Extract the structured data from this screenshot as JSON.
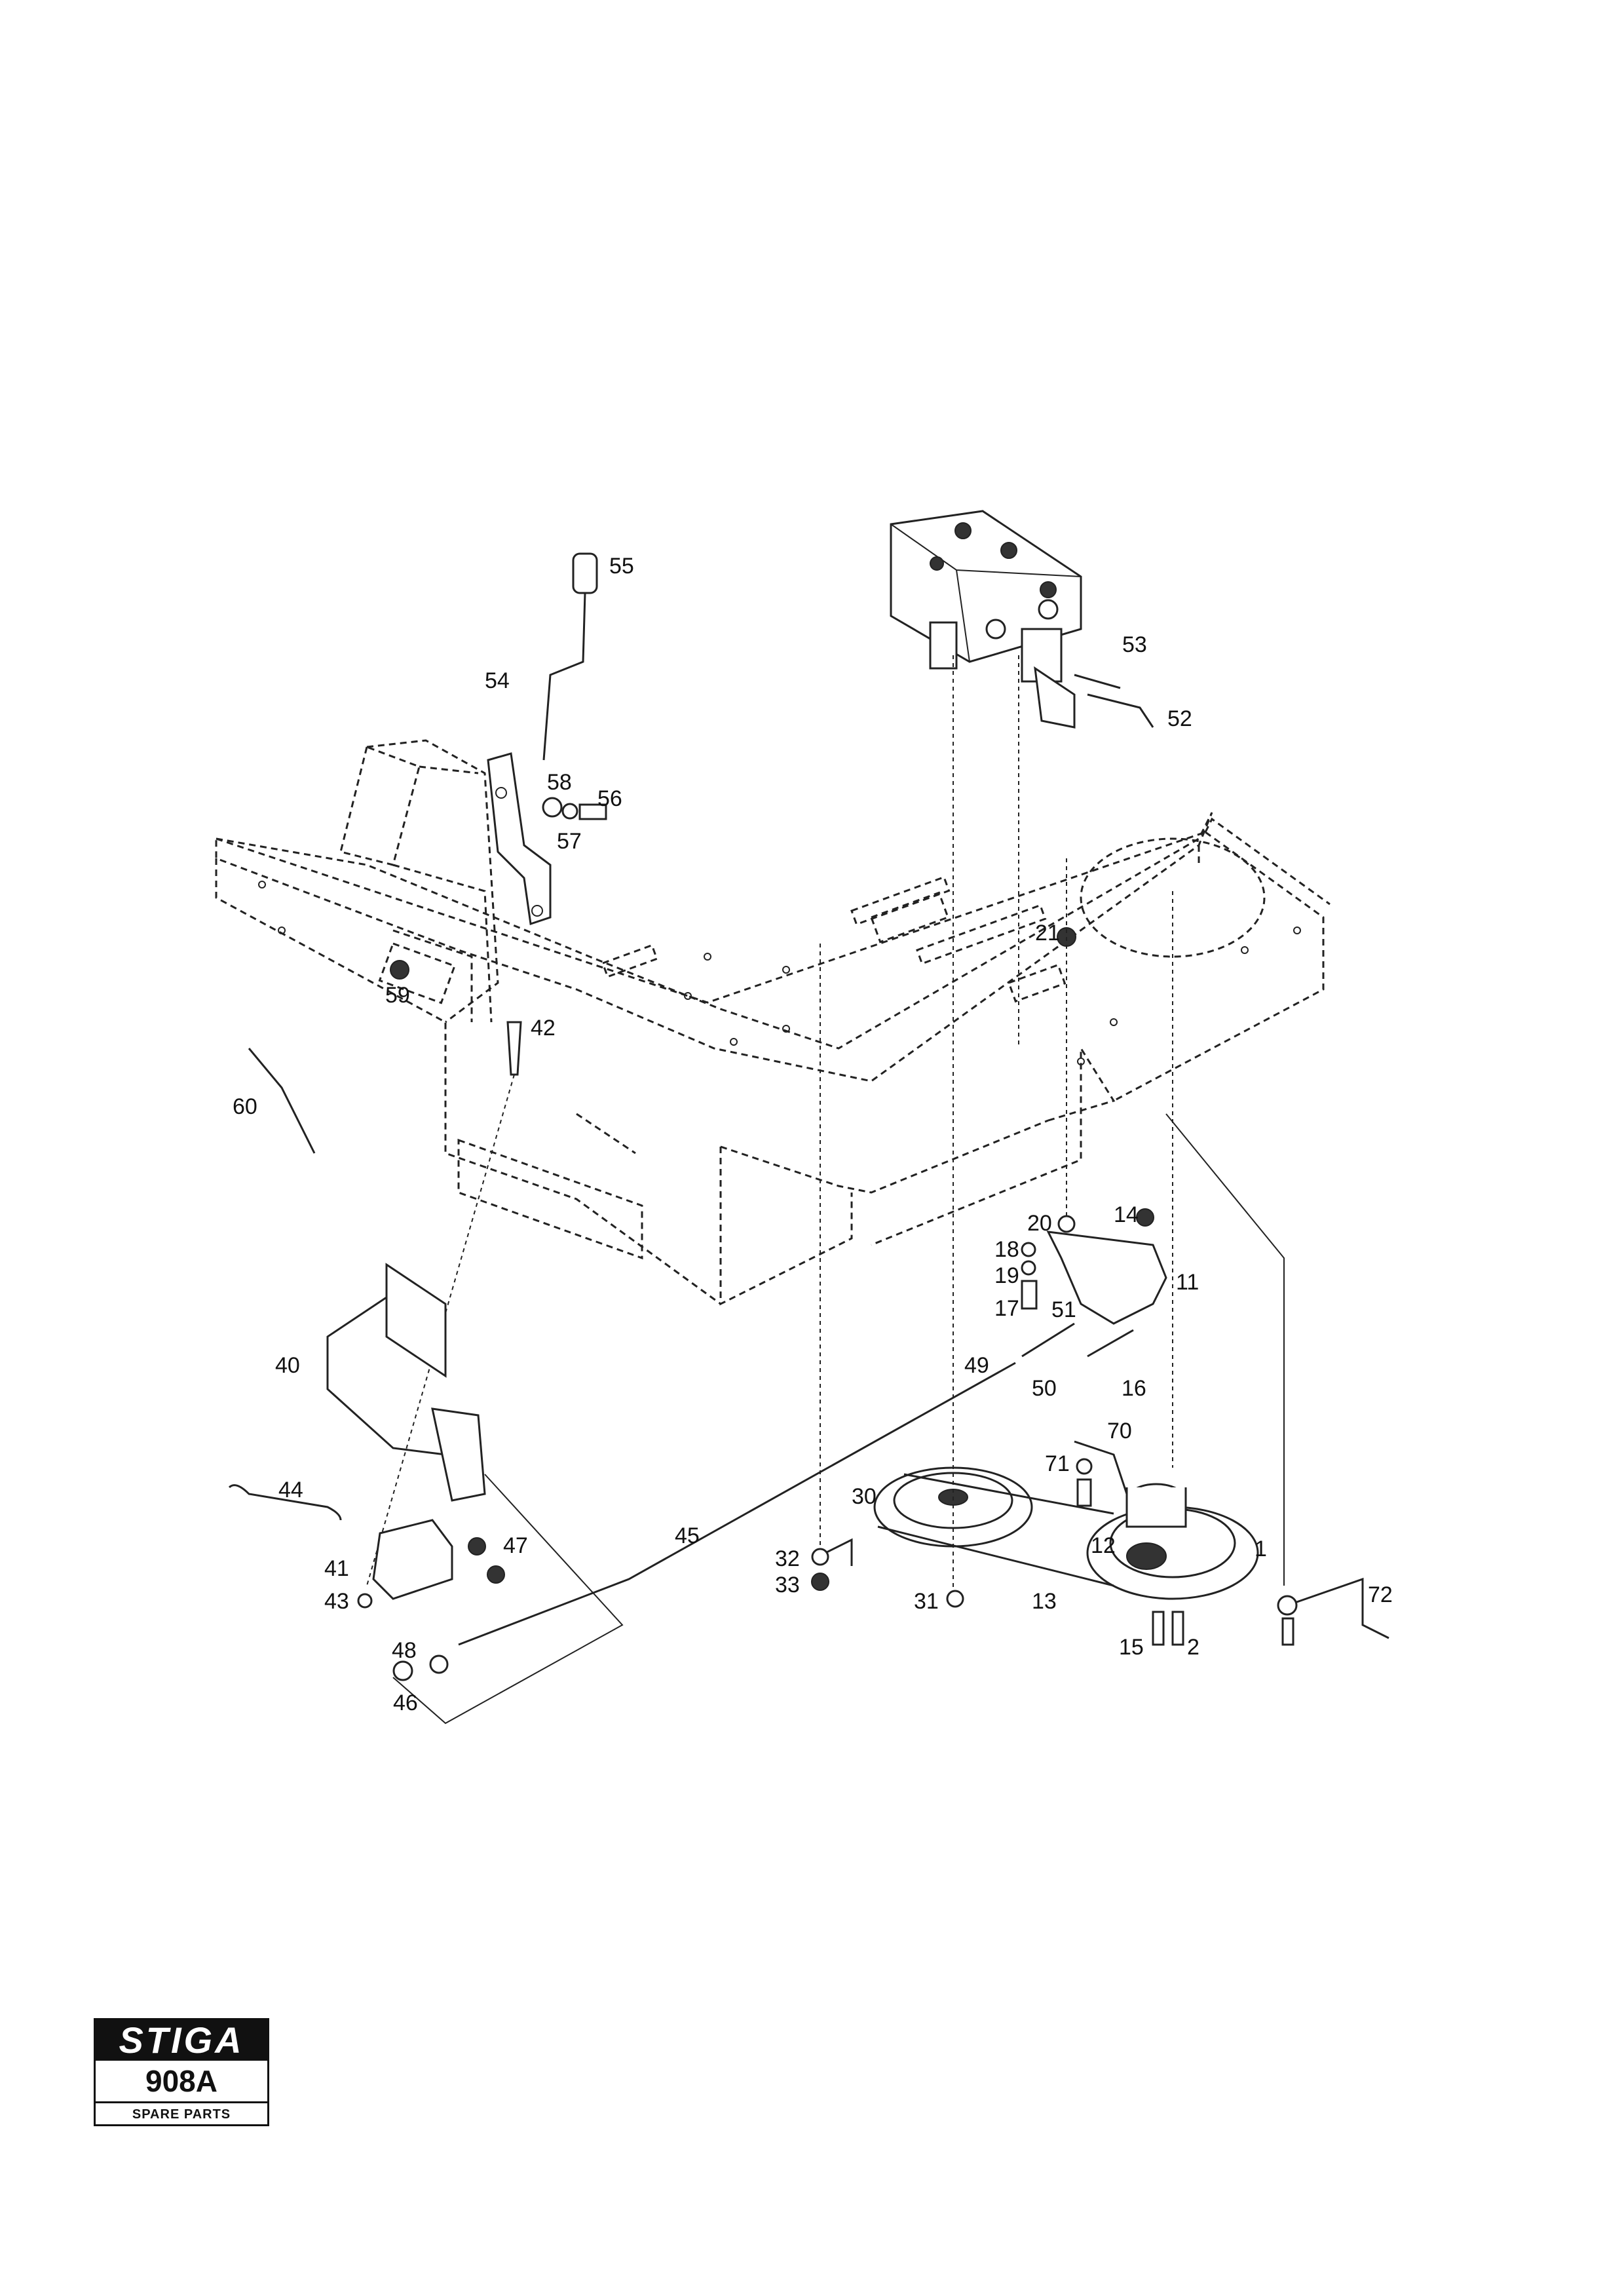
{
  "logo": {
    "brand": "STIGA",
    "model": "908A",
    "subtitle": "SPARE PARTS"
  },
  "callouts": [
    "1",
    "2",
    "11",
    "12",
    "13",
    "14",
    "15",
    "16",
    "17",
    "18",
    "19",
    "20",
    "21",
    "30",
    "31",
    "32",
    "33",
    "40",
    "41",
    "42",
    "43",
    "44",
    "45",
    "46",
    "47",
    "48",
    "49",
    "50",
    "51",
    "52",
    "53",
    "54",
    "55",
    "56",
    "57",
    "58",
    "59",
    "60",
    "70",
    "71",
    "72"
  ]
}
